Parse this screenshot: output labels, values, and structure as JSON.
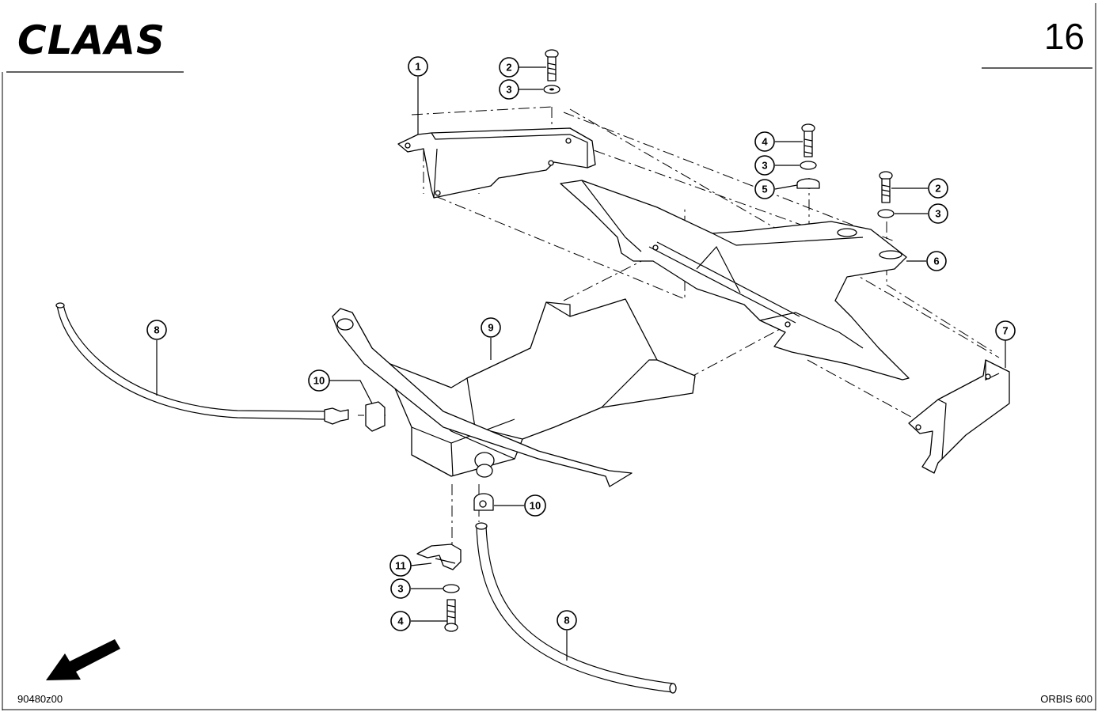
{
  "header": {
    "brand_logo": "CLAAS",
    "page_number": "16"
  },
  "footer": {
    "drawing_number": "90480z00",
    "model": "ORBIS 600"
  },
  "callouts": [
    {
      "id": "c1",
      "label": "1"
    },
    {
      "id": "c2a",
      "label": "2"
    },
    {
      "id": "c3a",
      "label": "3"
    },
    {
      "id": "c4a",
      "label": "4"
    },
    {
      "id": "c3b",
      "label": "3"
    },
    {
      "id": "c5",
      "label": "5"
    },
    {
      "id": "c2b",
      "label": "2"
    },
    {
      "id": "c3c",
      "label": "3"
    },
    {
      "id": "c6",
      "label": "6"
    },
    {
      "id": "c7",
      "label": "7"
    },
    {
      "id": "c8a",
      "label": "8"
    },
    {
      "id": "c9",
      "label": "9"
    },
    {
      "id": "c10a",
      "label": "10"
    },
    {
      "id": "c10b",
      "label": "10"
    },
    {
      "id": "c11",
      "label": "11"
    },
    {
      "id": "c3d",
      "label": "3"
    },
    {
      "id": "c4b",
      "label": "4"
    },
    {
      "id": "c8b",
      "label": "8"
    }
  ],
  "icons": {
    "orientation_arrow": "direction-arrow-icon"
  }
}
